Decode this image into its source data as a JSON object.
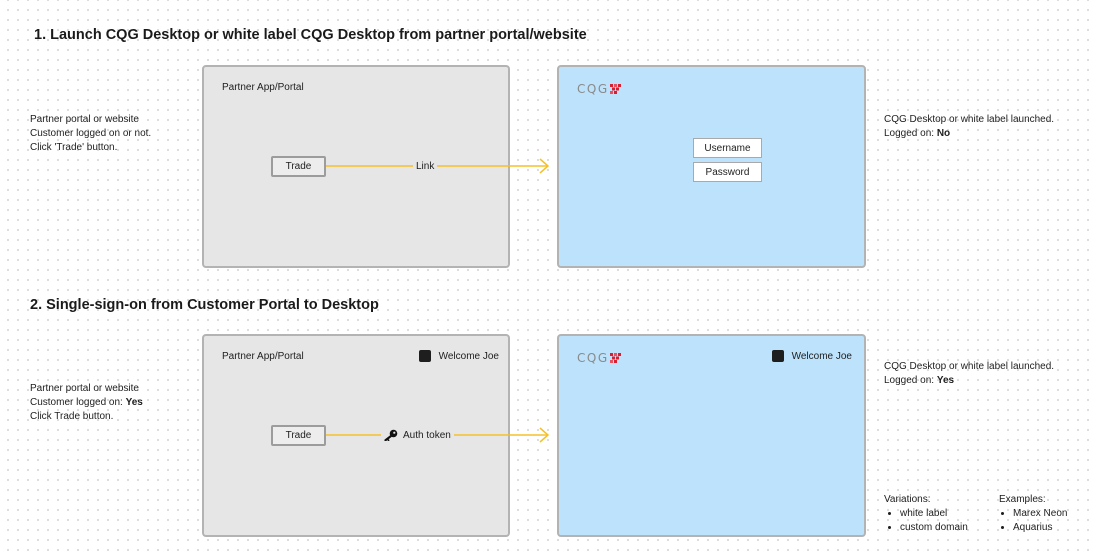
{
  "section1": {
    "heading": "1. Launch CQG Desktop or white label CQG Desktop from partner portal/website",
    "left_note": [
      "Partner portal or website",
      "Customer logged on or not.",
      "Click 'Trade' button."
    ],
    "portal_title": "Partner App/Portal",
    "trade_button": "Trade",
    "link_label": "Link",
    "logo_text": "CQG",
    "username_field": "Username",
    "password_field": "Password",
    "right_note_line1": "CQG Desktop or white label launched.",
    "right_note_prefix": "Logged on: ",
    "right_note_value": "No"
  },
  "section2": {
    "heading": "2. Single-sign-on from Customer Portal to Desktop",
    "left_note_line1": "Partner portal or website",
    "left_note_line2_prefix": "Customer logged on: ",
    "left_note_line2_value": "Yes",
    "left_note_line3": "Click Trade button.",
    "portal_title": "Partner App/Portal",
    "portal_welcome": "Welcome Joe",
    "trade_button": "Trade",
    "token_label": "Auth token",
    "logo_text": "CQG",
    "desktop_welcome": "Welcome Joe",
    "right_note_line1": "CQG Desktop or white label launched.",
    "right_note_prefix": "Logged on: ",
    "right_note_value": "Yes",
    "variations_title": "Variations:",
    "variations": [
      "white label",
      "custom domain"
    ],
    "examples_title": "Examples:",
    "examples": [
      "Marex Neon",
      "Aquarius"
    ]
  },
  "colors": {
    "portal_fill": "#e6e6e6",
    "desktop_fill": "#bde2fb",
    "frame_border": "#b3b3b3",
    "connector": "#f5c02a",
    "logo_accent": "#d42030"
  },
  "icons": {
    "token": "key-icon",
    "avatar": "avatar-square-icon",
    "logo_mark": "cqg-logo-mark-icon"
  }
}
